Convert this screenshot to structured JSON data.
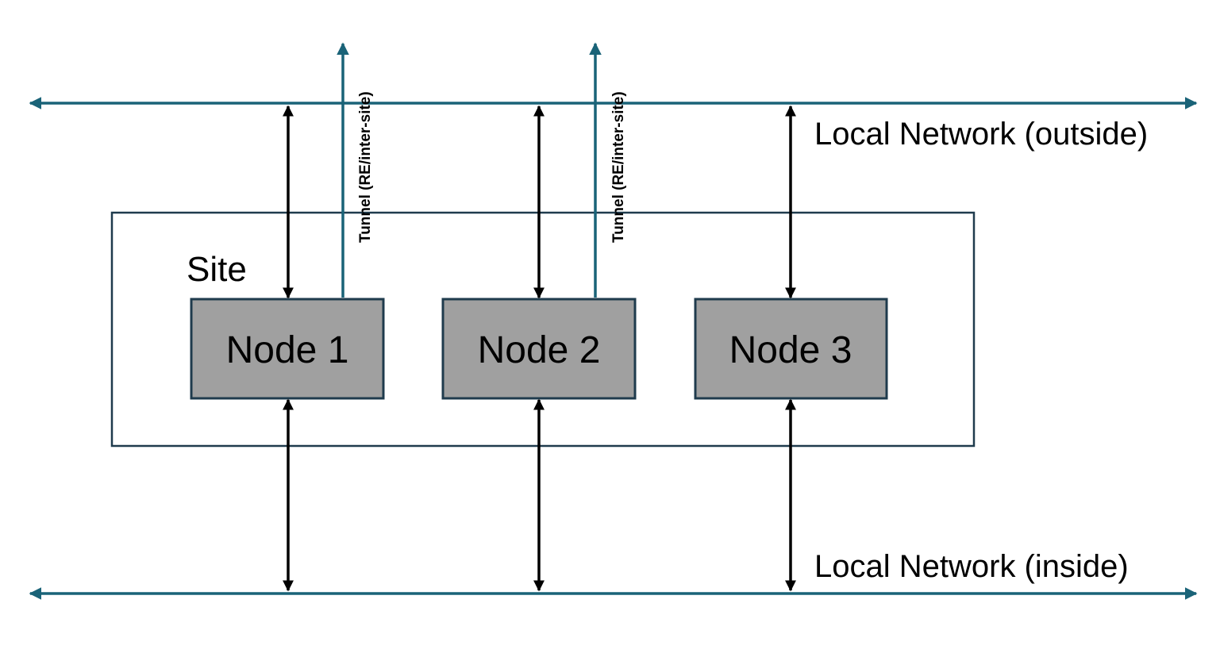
{
  "site": {
    "label": "Site"
  },
  "networks": {
    "outside": "Local Network (outside)",
    "inside": "Local Network (inside)"
  },
  "nodes": [
    {
      "label": "Node 1"
    },
    {
      "label": "Node 2"
    },
    {
      "label": "Node 3"
    }
  ],
  "tunnels": [
    {
      "label": "Tunnel (RE/inter-site)"
    },
    {
      "label": "Tunnel (RE/inter-site)"
    }
  ],
  "colors": {
    "network": "#1a6378",
    "node_fill": "#a0a0a0",
    "border": "#1f3b4d",
    "link": "#000000"
  }
}
